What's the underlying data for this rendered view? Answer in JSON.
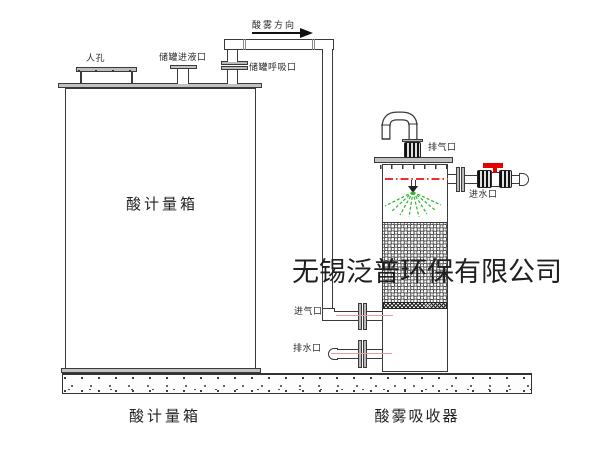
{
  "watermark": "无锡泛普环保有限公司",
  "tank": {
    "body_label": "酸计量箱",
    "caption": "酸计量箱",
    "manhole_label": "人孔",
    "feed_port_label": "储罐进液口",
    "breather_port_label": "储罐呼吸口"
  },
  "duct": {
    "flow_direction_label": "酸雾方向"
  },
  "absorber": {
    "caption": "酸雾吸收器",
    "exhaust_port_label": "排气口",
    "water_inlet_label": "进水口",
    "gas_inlet_label": "进气口",
    "drain_port_label": "排水口"
  },
  "colors": {
    "line": "#3a3a3a",
    "valve_red": "#e80000",
    "centerline_red": "#f03030",
    "spray_green": "#2db52d",
    "plate_gray": "#c2c2c2"
  }
}
